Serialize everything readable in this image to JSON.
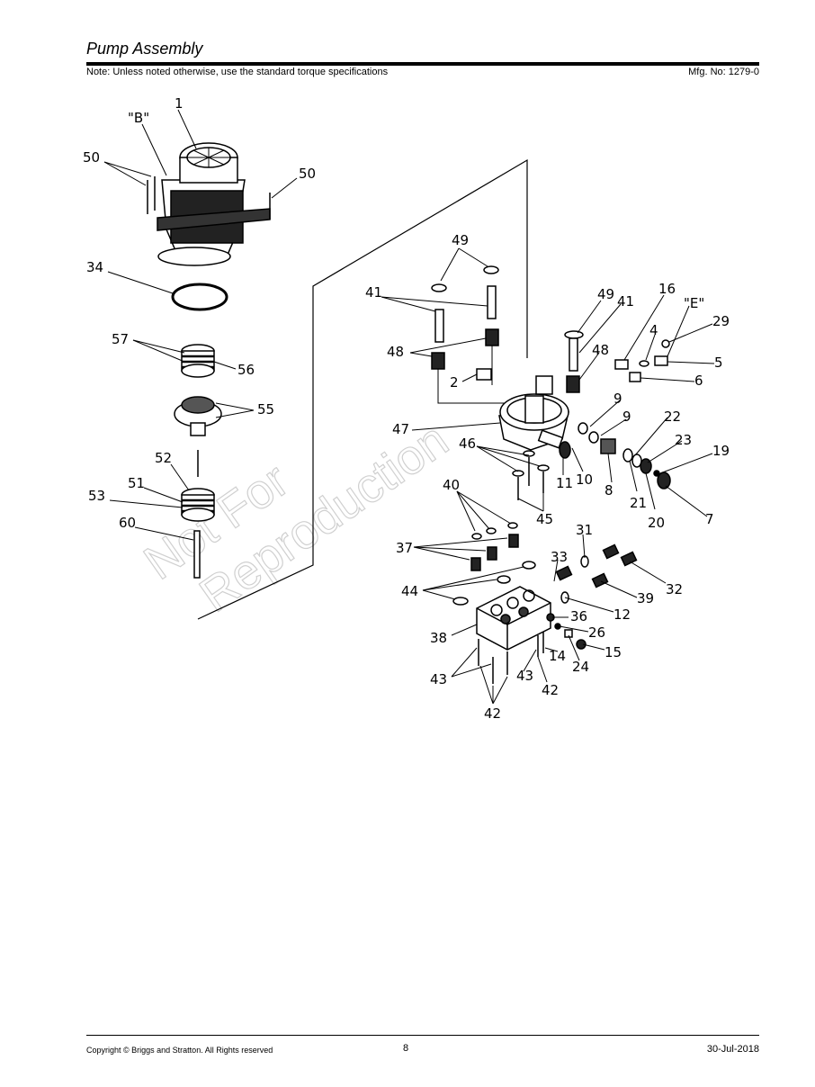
{
  "header": {
    "title": "Pump Assembly",
    "note": "Note: Unless noted otherwise, use the standard torque specifications",
    "mfg": "Mfg. No: 1279-0"
  },
  "watermark": {
    "line1": "Not For",
    "line2": "Reproduction"
  },
  "callouts": {
    "c1": "1",
    "cB": "\"B\"",
    "c50a": "50",
    "c50b": "50",
    "c34": "34",
    "c57": "57",
    "c56": "56",
    "c55": "55",
    "c52": "52",
    "c51": "51",
    "c53": "53",
    "c60": "60",
    "c49a": "49",
    "c41a": "41",
    "c48a": "48",
    "c2": "2",
    "c47": "47",
    "c46": "46",
    "c40": "40",
    "c37": "37",
    "c44": "44",
    "c38": "38",
    "c43a": "43",
    "c43b": "43",
    "c42a": "42",
    "c42b": "42",
    "c45": "45",
    "c11": "11",
    "c10": "10",
    "c8": "8",
    "c21": "21",
    "c20": "20",
    "c7": "7",
    "c19": "19",
    "c23": "23",
    "c22": "22",
    "c9a": "9",
    "c9b": "9",
    "c6": "6",
    "c5": "5",
    "c29": "29",
    "cE": "\"E\"",
    "c16": "16",
    "c4": "4",
    "c41b": "41",
    "c49b": "49",
    "c48b": "48",
    "c31": "31",
    "c33": "33",
    "c32": "32",
    "c39": "39",
    "c12": "12",
    "c36": "36",
    "c26": "26",
    "c14": "14",
    "c24": "24",
    "c15": "15"
  },
  "footer": {
    "copyright": "Copyright ©  Briggs and Stratton. All Rights reserved",
    "page": "8",
    "date": "30-Jul-2018"
  }
}
